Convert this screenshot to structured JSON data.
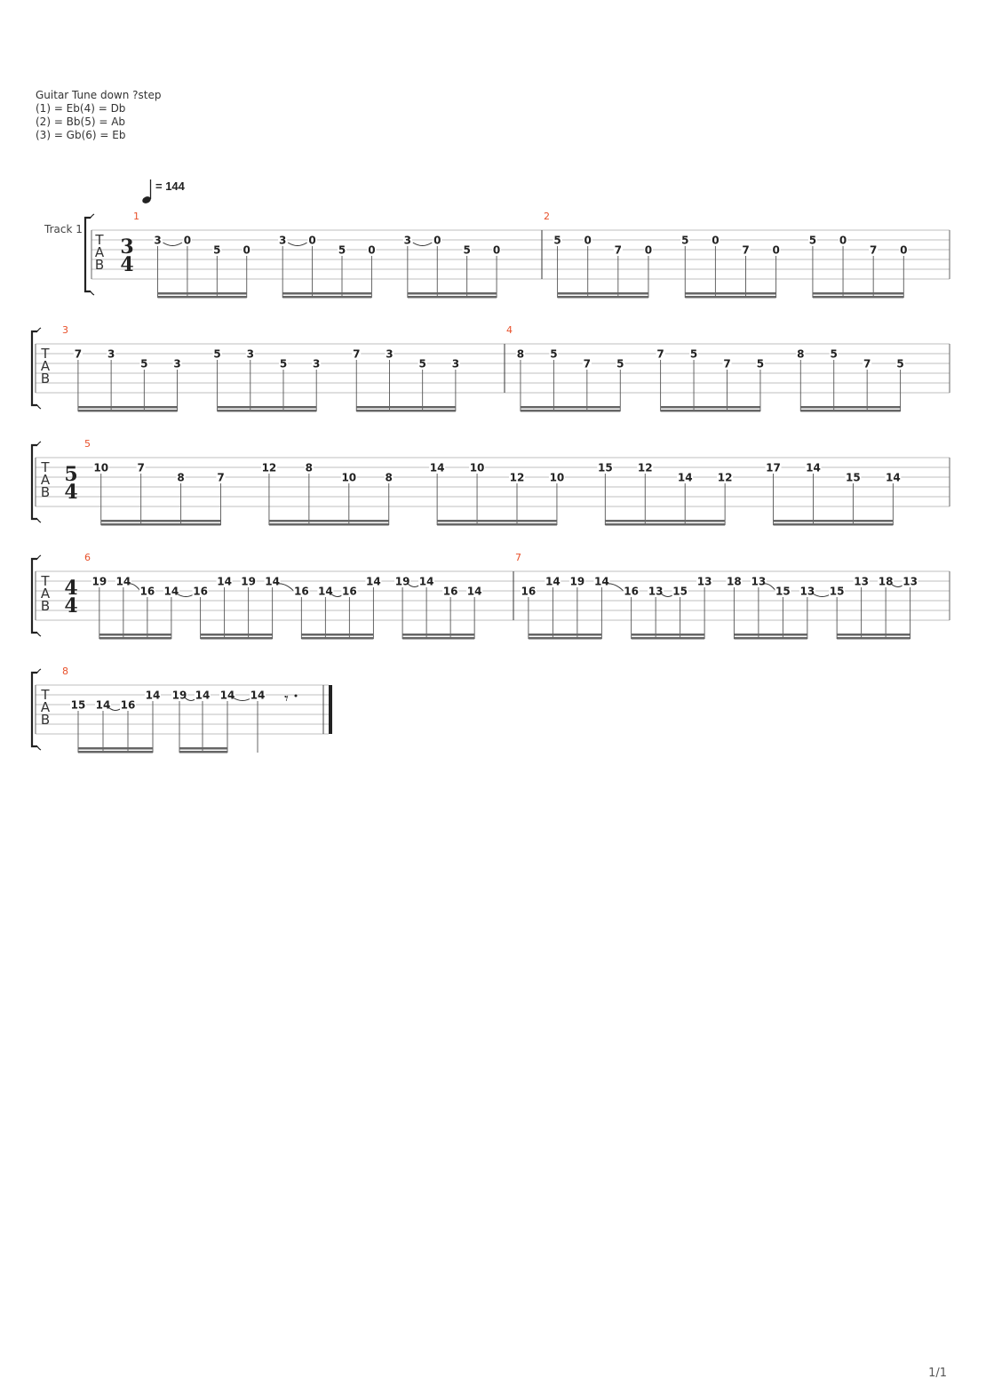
{
  "tuning": {
    "title": "Guitar Tune down ?step",
    "lines": [
      "(1) = Eb(4) = Db",
      "(2) = Bb(5) = Ab",
      "(3) = Gb(6) = Eb"
    ]
  },
  "tempo": {
    "symbol": "quarter-note",
    "label": "= 144"
  },
  "track_label": "Track 1",
  "tab_letters": [
    "T",
    "A",
    "B"
  ],
  "page_number": "1/1",
  "systems": [
    {
      "measures": [
        {
          "number": "1",
          "time_signature": [
            "3",
            "4"
          ],
          "notes": [
            {
              "fret": "3",
              "string": 2,
              "slur_to_next": true
            },
            {
              "fret": "0",
              "string": 2
            },
            {
              "fret": "5",
              "string": 3
            },
            {
              "fret": "0",
              "string": 3
            },
            {
              "fret": "3",
              "string": 2,
              "slur_to_next": true
            },
            {
              "fret": "0",
              "string": 2
            },
            {
              "fret": "5",
              "string": 3
            },
            {
              "fret": "0",
              "string": 3
            },
            {
              "fret": "3",
              "string": 2,
              "slur_to_next": true
            },
            {
              "fret": "0",
              "string": 2
            },
            {
              "fret": "5",
              "string": 3
            },
            {
              "fret": "0",
              "string": 3
            }
          ]
        },
        {
          "number": "2",
          "notes": [
            {
              "fret": "5",
              "string": 2
            },
            {
              "fret": "0",
              "string": 2
            },
            {
              "fret": "7",
              "string": 3
            },
            {
              "fret": "0",
              "string": 3
            },
            {
              "fret": "5",
              "string": 2
            },
            {
              "fret": "0",
              "string": 2
            },
            {
              "fret": "7",
              "string": 3
            },
            {
              "fret": "0",
              "string": 3
            },
            {
              "fret": "5",
              "string": 2
            },
            {
              "fret": "0",
              "string": 2
            },
            {
              "fret": "7",
              "string": 3
            },
            {
              "fret": "0",
              "string": 3
            }
          ]
        }
      ]
    },
    {
      "measures": [
        {
          "number": "3",
          "notes": [
            {
              "fret": "7",
              "string": 2
            },
            {
              "fret": "3",
              "string": 2
            },
            {
              "fret": "5",
              "string": 3
            },
            {
              "fret": "3",
              "string": 3
            },
            {
              "fret": "5",
              "string": 2
            },
            {
              "fret": "3",
              "string": 2
            },
            {
              "fret": "5",
              "string": 3
            },
            {
              "fret": "3",
              "string": 3
            },
            {
              "fret": "7",
              "string": 2
            },
            {
              "fret": "3",
              "string": 2
            },
            {
              "fret": "5",
              "string": 3
            },
            {
              "fret": "3",
              "string": 3
            }
          ]
        },
        {
          "number": "4",
          "notes": [
            {
              "fret": "8",
              "string": 2
            },
            {
              "fret": "5",
              "string": 2
            },
            {
              "fret": "7",
              "string": 3
            },
            {
              "fret": "5",
              "string": 3
            },
            {
              "fret": "7",
              "string": 2
            },
            {
              "fret": "5",
              "string": 2
            },
            {
              "fret": "7",
              "string": 3
            },
            {
              "fret": "5",
              "string": 3
            },
            {
              "fret": "8",
              "string": 2
            },
            {
              "fret": "5",
              "string": 2
            },
            {
              "fret": "7",
              "string": 3
            },
            {
              "fret": "5",
              "string": 3
            }
          ]
        }
      ]
    },
    {
      "measures": [
        {
          "number": "5",
          "time_signature": [
            "5",
            "4"
          ],
          "notes": [
            {
              "fret": "10",
              "string": 2
            },
            {
              "fret": "7",
              "string": 2
            },
            {
              "fret": "8",
              "string": 3
            },
            {
              "fret": "7",
              "string": 3
            },
            {
              "fret": "12",
              "string": 2
            },
            {
              "fret": "8",
              "string": 2
            },
            {
              "fret": "10",
              "string": 3
            },
            {
              "fret": "8",
              "string": 3
            },
            {
              "fret": "14",
              "string": 2
            },
            {
              "fret": "10",
              "string": 2
            },
            {
              "fret": "12",
              "string": 3
            },
            {
              "fret": "10",
              "string": 3
            },
            {
              "fret": "15",
              "string": 2
            },
            {
              "fret": "12",
              "string": 2
            },
            {
              "fret": "14",
              "string": 3
            },
            {
              "fret": "12",
              "string": 3
            },
            {
              "fret": "17",
              "string": 2
            },
            {
              "fret": "14",
              "string": 2
            },
            {
              "fret": "15",
              "string": 3
            },
            {
              "fret": "14",
              "string": 3
            }
          ]
        }
      ]
    },
    {
      "measures": [
        {
          "number": "6",
          "time_signature": [
            "4",
            "4"
          ],
          "notes": [
            {
              "fret": "19",
              "string": 2
            },
            {
              "fret": "14",
              "string": 2,
              "slur_to_next": true
            },
            {
              "fret": "16",
              "string": 3
            },
            {
              "fret": "14",
              "string": 3,
              "slur_to_next": true
            },
            {
              "fret": "16",
              "string": 3
            },
            {
              "fret": "14",
              "string": 2
            },
            {
              "fret": "19",
              "string": 2
            },
            {
              "fret": "14",
              "string": 2,
              "slur_to_next": true
            },
            {
              "fret": "16",
              "string": 3
            },
            {
              "fret": "14",
              "string": 3,
              "slur_to_next": true
            },
            {
              "fret": "16",
              "string": 3
            },
            {
              "fret": "14",
              "string": 2
            },
            {
              "fret": "19",
              "string": 2,
              "slur_to_next": true
            },
            {
              "fret": "14",
              "string": 2
            },
            {
              "fret": "16",
              "string": 3
            },
            {
              "fret": "14",
              "string": 3,
              "slur_to_next": true
            }
          ]
        },
        {
          "number": "7",
          "notes": [
            {
              "fret": "16",
              "string": 3
            },
            {
              "fret": "14",
              "string": 2
            },
            {
              "fret": "19",
              "string": 2
            },
            {
              "fret": "14",
              "string": 2,
              "slur_to_next": true
            },
            {
              "fret": "16",
              "string": 3
            },
            {
              "fret": "13",
              "string": 3,
              "slur_to_next": true
            },
            {
              "fret": "15",
              "string": 3
            },
            {
              "fret": "13",
              "string": 2
            },
            {
              "fret": "18",
              "string": 2
            },
            {
              "fret": "13",
              "string": 2,
              "slur_to_next": true
            },
            {
              "fret": "15",
              "string": 3
            },
            {
              "fret": "13",
              "string": 3,
              "slur_to_next": true
            },
            {
              "fret": "15",
              "string": 3
            },
            {
              "fret": "13",
              "string": 2
            },
            {
              "fret": "18",
              "string": 2,
              "slur_to_next": true
            },
            {
              "fret": "13",
              "string": 2
            }
          ]
        }
      ]
    },
    {
      "measures": [
        {
          "number": "8",
          "notes": [
            {
              "fret": "15",
              "string": 3
            },
            {
              "fret": "14",
              "string": 3,
              "slur_to_next": true
            },
            {
              "fret": "16",
              "string": 3
            },
            {
              "fret": "14",
              "string": 2
            },
            {
              "fret": "19",
              "string": 2,
              "slur_to_next": true
            },
            {
              "fret": "14",
              "string": 2
            },
            {
              "fret": "14",
              "string": 2,
              "slur_to_next": true
            },
            {
              "fret": "14",
              "string": 2
            }
          ],
          "rest": "eighth-dotted"
        }
      ]
    }
  ]
}
